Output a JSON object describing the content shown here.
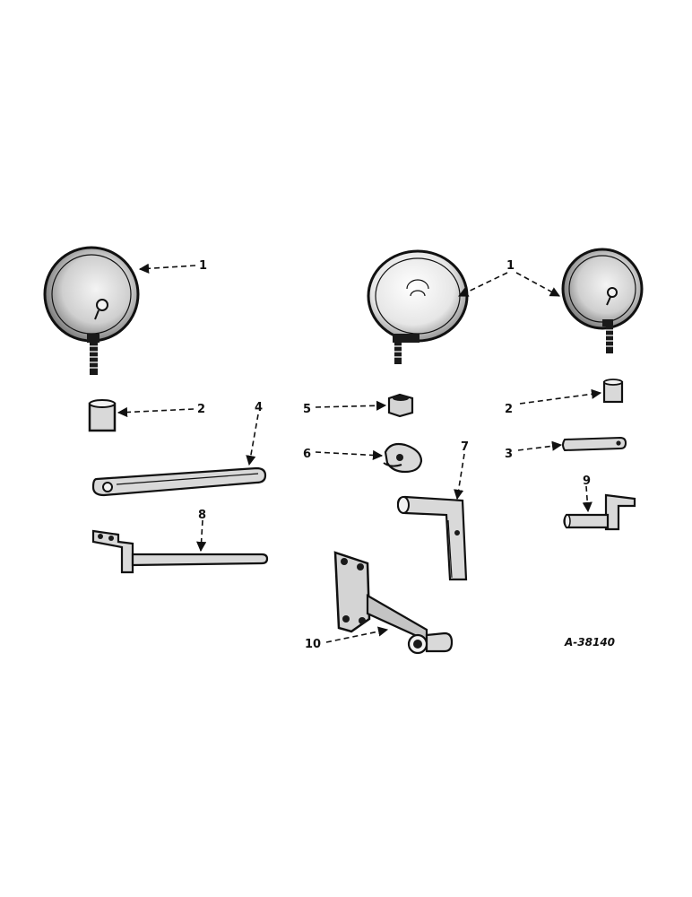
{
  "figure_id": "A-38140",
  "callouts": {
    "c1_left": "1",
    "c1_right": "1",
    "c2_left": "2",
    "c2_right": "2",
    "c3": "3",
    "c4": "4",
    "c5": "5",
    "c6": "6",
    "c7": "7",
    "c8": "8",
    "c9": "9",
    "c10": "10"
  }
}
